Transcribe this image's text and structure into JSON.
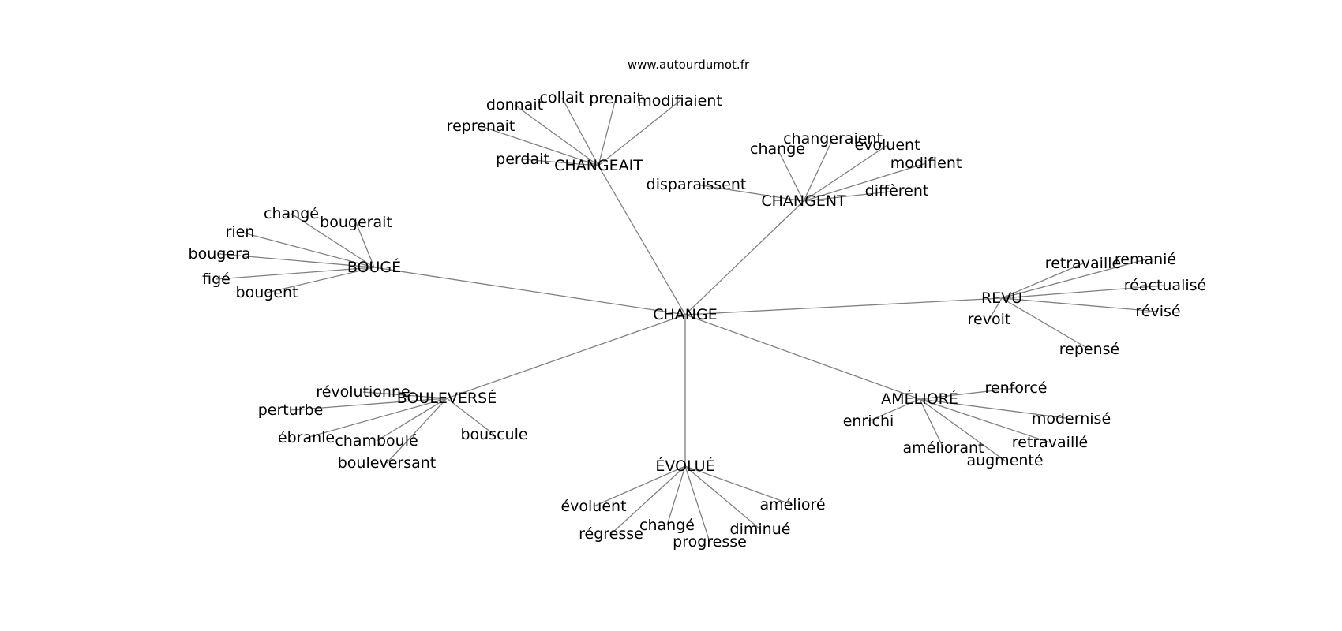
{
  "site": "www.autourdumot.fr",
  "root": "CHANGE",
  "groups": [
    {
      "hub": "CHANGEAIT",
      "words": [
        "donnait",
        "collait",
        "prenait",
        "modifiaient",
        "reprenait",
        "perdait"
      ]
    },
    {
      "hub": "CHANGENT",
      "words": [
        "change",
        "changeraient",
        "évoluent",
        "modifient",
        "disparaissent",
        "diffèrent"
      ]
    },
    {
      "hub": "BOUGÉ",
      "words": [
        "changé",
        "bougerait",
        "rien",
        "bougera",
        "figé",
        "bougent"
      ]
    },
    {
      "hub": "REVU",
      "words": [
        "retravaille",
        "remanié",
        "réactualisé",
        "révisé",
        "revoit",
        "repensé"
      ]
    },
    {
      "hub": "BOULEVERSÉ",
      "words": [
        "révolutionne",
        "perturbe",
        "ébranle",
        "chamboulé",
        "bouleversant",
        "bouscule"
      ]
    },
    {
      "hub": "AMÉLIORÉ",
      "words": [
        "renforcé",
        "enrichi",
        "modernisé",
        "retravaillé",
        "améliorant",
        "augmenté"
      ]
    },
    {
      "hub": "ÉVOLUÉ",
      "words": [
        "évoluent",
        "amélioré",
        "régresse",
        "changé",
        "diminué",
        "progresse"
      ]
    }
  ]
}
